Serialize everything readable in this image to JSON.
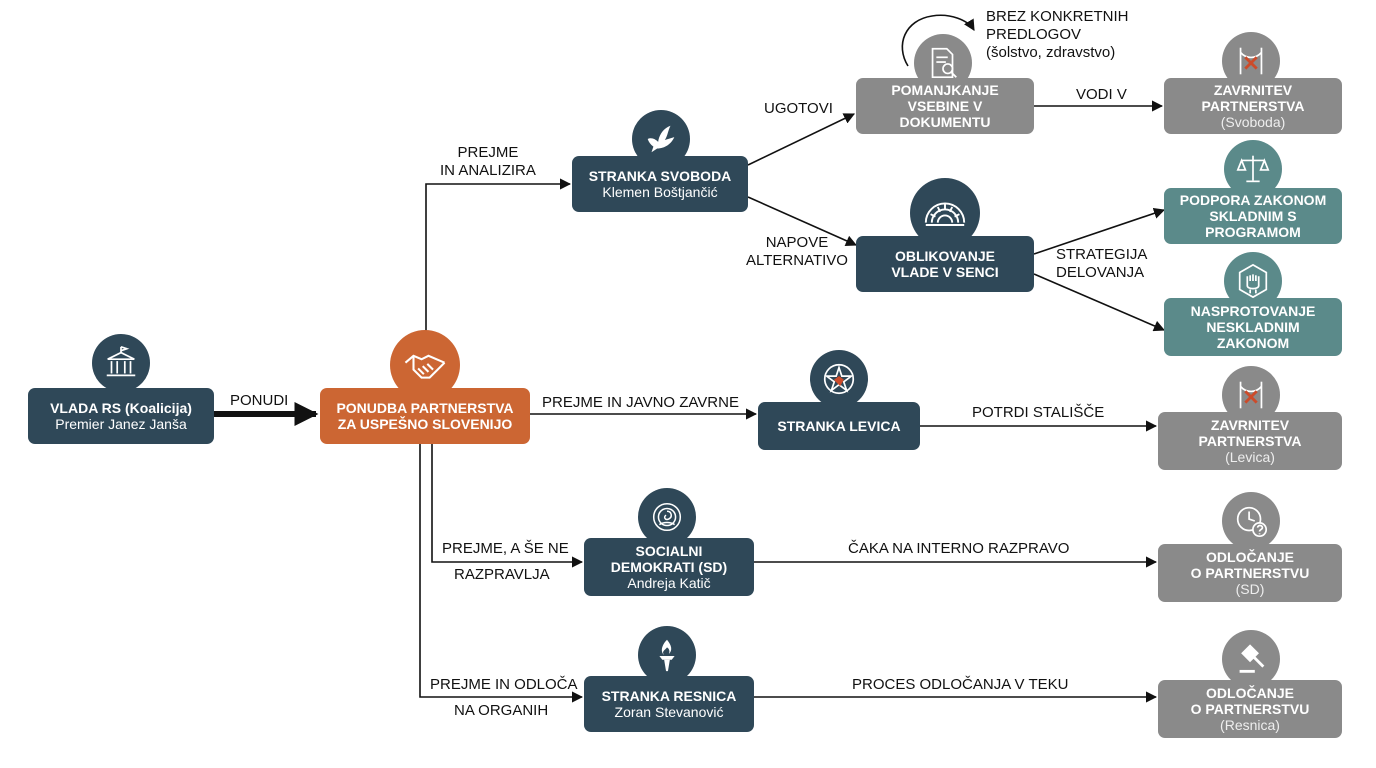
{
  "nodes": {
    "vlada": {
      "title": "VLADA RS (Koalicija)",
      "subtitle": "Premier Janez Janša"
    },
    "ponudba": {
      "title": "PONUDBA PARTNERSTVA\nZA USPEŠNO SLOVENIJO"
    },
    "svoboda": {
      "title": "STRANKA SVOBODA",
      "subtitle": "Klemen Boštjančić"
    },
    "pomanjkanje": {
      "title": "POMANJKANJE\nVSEBINE V\nDOKUMENTU"
    },
    "zavrnitev_svoboda": {
      "title": "ZAVRNITEV\nPARTNERSTVA",
      "subtitle": "(Svoboda)"
    },
    "oblikovanje": {
      "title": "OBLIKOVANJE\nVLADE V SENCI"
    },
    "podpora": {
      "title": "PODPORA ZAKONOM\nSKLADNIM S\nPROGRAMOM"
    },
    "nasprotovanje": {
      "title": "NASPROTOVANJE\nNESKLADNIM\nZAKONOM"
    },
    "levica": {
      "title": "STRANKA LEVICA"
    },
    "zavrnitev_levica": {
      "title": "ZAVRNITEV\nPARTNERSTVA",
      "subtitle": "(Levica)"
    },
    "sd": {
      "title": "SOCIALNI\nDEMOKRATI (SD)",
      "subtitle": "Andreja Katič"
    },
    "odlocanje_sd": {
      "title": "ODLOČANJE\nO PARTNERSTVU",
      "subtitle": "(SD)"
    },
    "resnica": {
      "title": "STRANKA RESNICA",
      "subtitle": "Zoran Stevanović"
    },
    "odlocanje_resnica": {
      "title": "ODLOČANJE\nO PARTNERSTVU",
      "subtitle": "(Resnica)"
    }
  },
  "edge_labels": {
    "ponudi": "PONUDI",
    "prejme_analizira": "PREJME\nIN ANALIZIRA",
    "ugotovi": "UGOTOVI",
    "brez_predlogov": "BREZ KONKRETNIH\nPREDLOGOV\n(šolstvo, zdravstvo)",
    "vodi_v": "VODI V",
    "napove": "NAPOVE\nALTERNATIVO",
    "strategija": "STRATEGIJA\nDELOVANJA",
    "prejme_zavrne": "PREJME IN JAVNO ZAVRNE",
    "potrdi": "POTRDI STALIŠČE",
    "prejme_ne_razpravlja_1": "PREJME, A ŠE NE",
    "prejme_ne_razpravlja_2": "RAZPRAVLJA",
    "caka": "ČAKA NA INTERNO RAZPRAVO",
    "prejme_odloca_1": "PREJME IN ODLOČA",
    "prejme_odloca_2": "NA ORGANIH",
    "proces": "PROCES ODLOČANJA V TEKU"
  },
  "icons": {
    "vlada": "parliament-building-icon",
    "ponudba": "handshake-icon",
    "svoboda": "dove-icon",
    "pomanjkanje": "document-search-icon",
    "zavrnitev_svoboda": "blocked-barrier-icon",
    "oblikovanje": "parliament-hemicycle-icon",
    "podpora": "scales-icon",
    "nasprotovanje": "raised-fist-icon",
    "levica": "red-star-icon",
    "zavrnitev_levica": "blocked-barrier-icon",
    "sd": "rose-icon",
    "odlocanje_sd": "clock-question-icon",
    "resnica": "torch-icon",
    "odlocanje_resnica": "gavel-icon"
  },
  "colors": {
    "dark": "#2f4858",
    "orange": "#cc6633",
    "grey": "#8a8a8a",
    "teal": "#5b8a8a"
  }
}
